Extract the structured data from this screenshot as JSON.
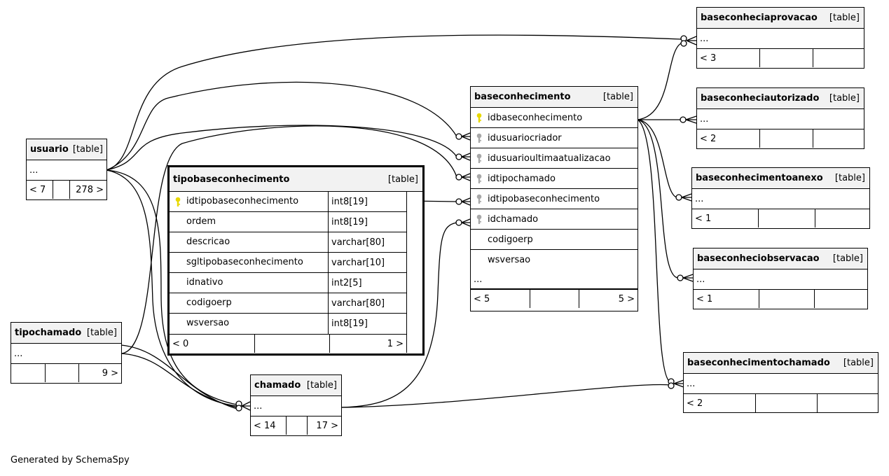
{
  "table_tag": "[table]",
  "ellipsis": "...",
  "tables": {
    "baseconheciaprovacao": {
      "name": "baseconheciaprovacao",
      "left": "< 3",
      "mid": "",
      "right": ""
    },
    "baseconheciautorizado": {
      "name": "baseconheciautorizado",
      "left": "< 2",
      "mid": "",
      "right": ""
    },
    "baseconhecimentoanexo": {
      "name": "baseconhecimentoanexo",
      "left": "< 1",
      "mid": "",
      "right": ""
    },
    "baseconheciobservacao": {
      "name": "baseconheciobservacao",
      "left": "< 1",
      "mid": "",
      "right": ""
    },
    "baseconhecimentochamado": {
      "name": "baseconhecimentochamado",
      "left": "< 2",
      "mid": "",
      "right": ""
    },
    "usuario": {
      "name": "usuario",
      "left": "< 7",
      "mid": "",
      "right": "278 >"
    },
    "tipochamado": {
      "name": "tipochamado",
      "left": "",
      "mid": "",
      "right": "9 >"
    },
    "chamado": {
      "name": "chamado",
      "left": "< 14",
      "mid": "",
      "right": "17 >"
    },
    "baseconhecimento": {
      "name": "baseconhecimento",
      "left": "< 5",
      "mid": "",
      "right": "5 >",
      "columns": [
        {
          "name": "idbaseconhecimento",
          "icon": "primary-key"
        },
        {
          "name": "idusuariocriador",
          "icon": "foreign-key"
        },
        {
          "name": "idusuarioultimaatualizacao",
          "icon": "foreign-key"
        },
        {
          "name": "idtipochamado",
          "icon": "foreign-key"
        },
        {
          "name": "idtipobaseconhecimento",
          "icon": "foreign-key"
        },
        {
          "name": "idchamado",
          "icon": "foreign-key"
        },
        {
          "name": "codigoerp",
          "icon": ""
        },
        {
          "name": "wsversao",
          "icon": ""
        }
      ]
    },
    "tipobaseconhecimento": {
      "name": "tipobaseconhecimento",
      "left": "< 0",
      "mid": "",
      "right": "1 >",
      "columns": [
        {
          "name": "idtipobaseconhecimento",
          "type": "int8[19]",
          "icon": "primary-key"
        },
        {
          "name": "ordem",
          "type": "int8[19]",
          "icon": ""
        },
        {
          "name": "descricao",
          "type": "varchar[80]",
          "icon": ""
        },
        {
          "name": "sgltipobaseconhecimento",
          "type": "varchar[10]",
          "icon": ""
        },
        {
          "name": "idnativo",
          "type": "int2[5]",
          "icon": ""
        },
        {
          "name": "codigoerp",
          "type": "varchar[80]",
          "icon": ""
        },
        {
          "name": "wsversao",
          "type": "int8[19]",
          "icon": ""
        }
      ]
    }
  },
  "colors": {
    "primary_key": "#e8d800",
    "foreign_key": "#a8a8a8",
    "header_bg": "#f2f2f2"
  },
  "footer_text": "Generated by SchemaSpy"
}
